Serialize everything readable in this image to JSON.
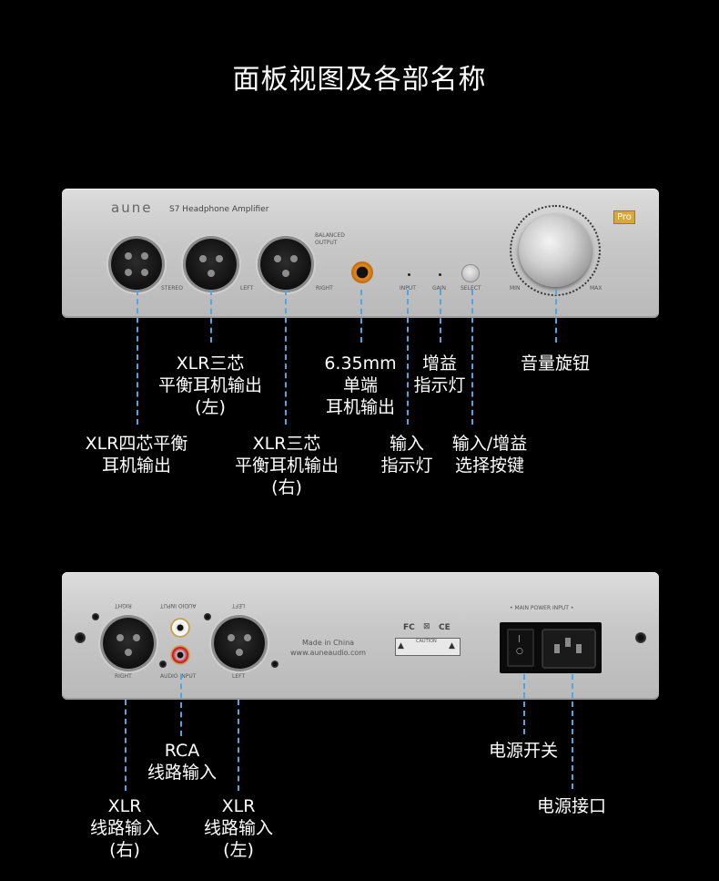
{
  "title": "面板视图及各部名称",
  "front": {
    "brand": "aune",
    "model": "S7 Headphone Amplifier",
    "badge": "Pro",
    "balanced_output": "BALANCED OUTPUT",
    "port_labels": [
      "STEREO",
      "LEFT",
      "RIGHT",
      "INPUT",
      "GAIN",
      "SELECT",
      "MIN",
      "MAX"
    ]
  },
  "rear": {
    "made_in": "Made in China",
    "website": "www.auneaudio.com",
    "main_power_input": "• MAIN POWER INPUT •",
    "port_labels": [
      "RIGHT",
      "AUDIO INPUT",
      "LEFT"
    ],
    "port_labels_mirrored": [
      "RIGHT",
      "AUDIO INPUT",
      "LEFT"
    ],
    "cert_marks": [
      "FC",
      "CE"
    ],
    "caution": "CAUTION"
  },
  "labels_front": [
    {
      "lines": [
        "XLR四芯平衡",
        "耳机输出"
      ]
    },
    {
      "lines": [
        "XLR三芯",
        "平衡耳机输出",
        "(左)"
      ]
    },
    {
      "lines": [
        "XLR三芯",
        "平衡耳机输出",
        "(右)"
      ]
    },
    {
      "lines": [
        "6.35mm",
        "单端",
        "耳机输出"
      ]
    },
    {
      "lines": [
        "输入",
        "指示灯"
      ]
    },
    {
      "lines": [
        "增益",
        "指示灯"
      ]
    },
    {
      "lines": [
        "输入/增益",
        "选择按键"
      ]
    },
    {
      "lines": [
        "音量旋钮"
      ]
    }
  ],
  "labels_rear": [
    {
      "lines": [
        "XLR",
        "线路输入",
        "(右)"
      ]
    },
    {
      "lines": [
        "RCA",
        "线路输入"
      ]
    },
    {
      "lines": [
        "XLR",
        "线路输入",
        "(左)"
      ]
    },
    {
      "lines": [
        "电源开关"
      ]
    },
    {
      "lines": [
        "电源接口"
      ]
    }
  ]
}
